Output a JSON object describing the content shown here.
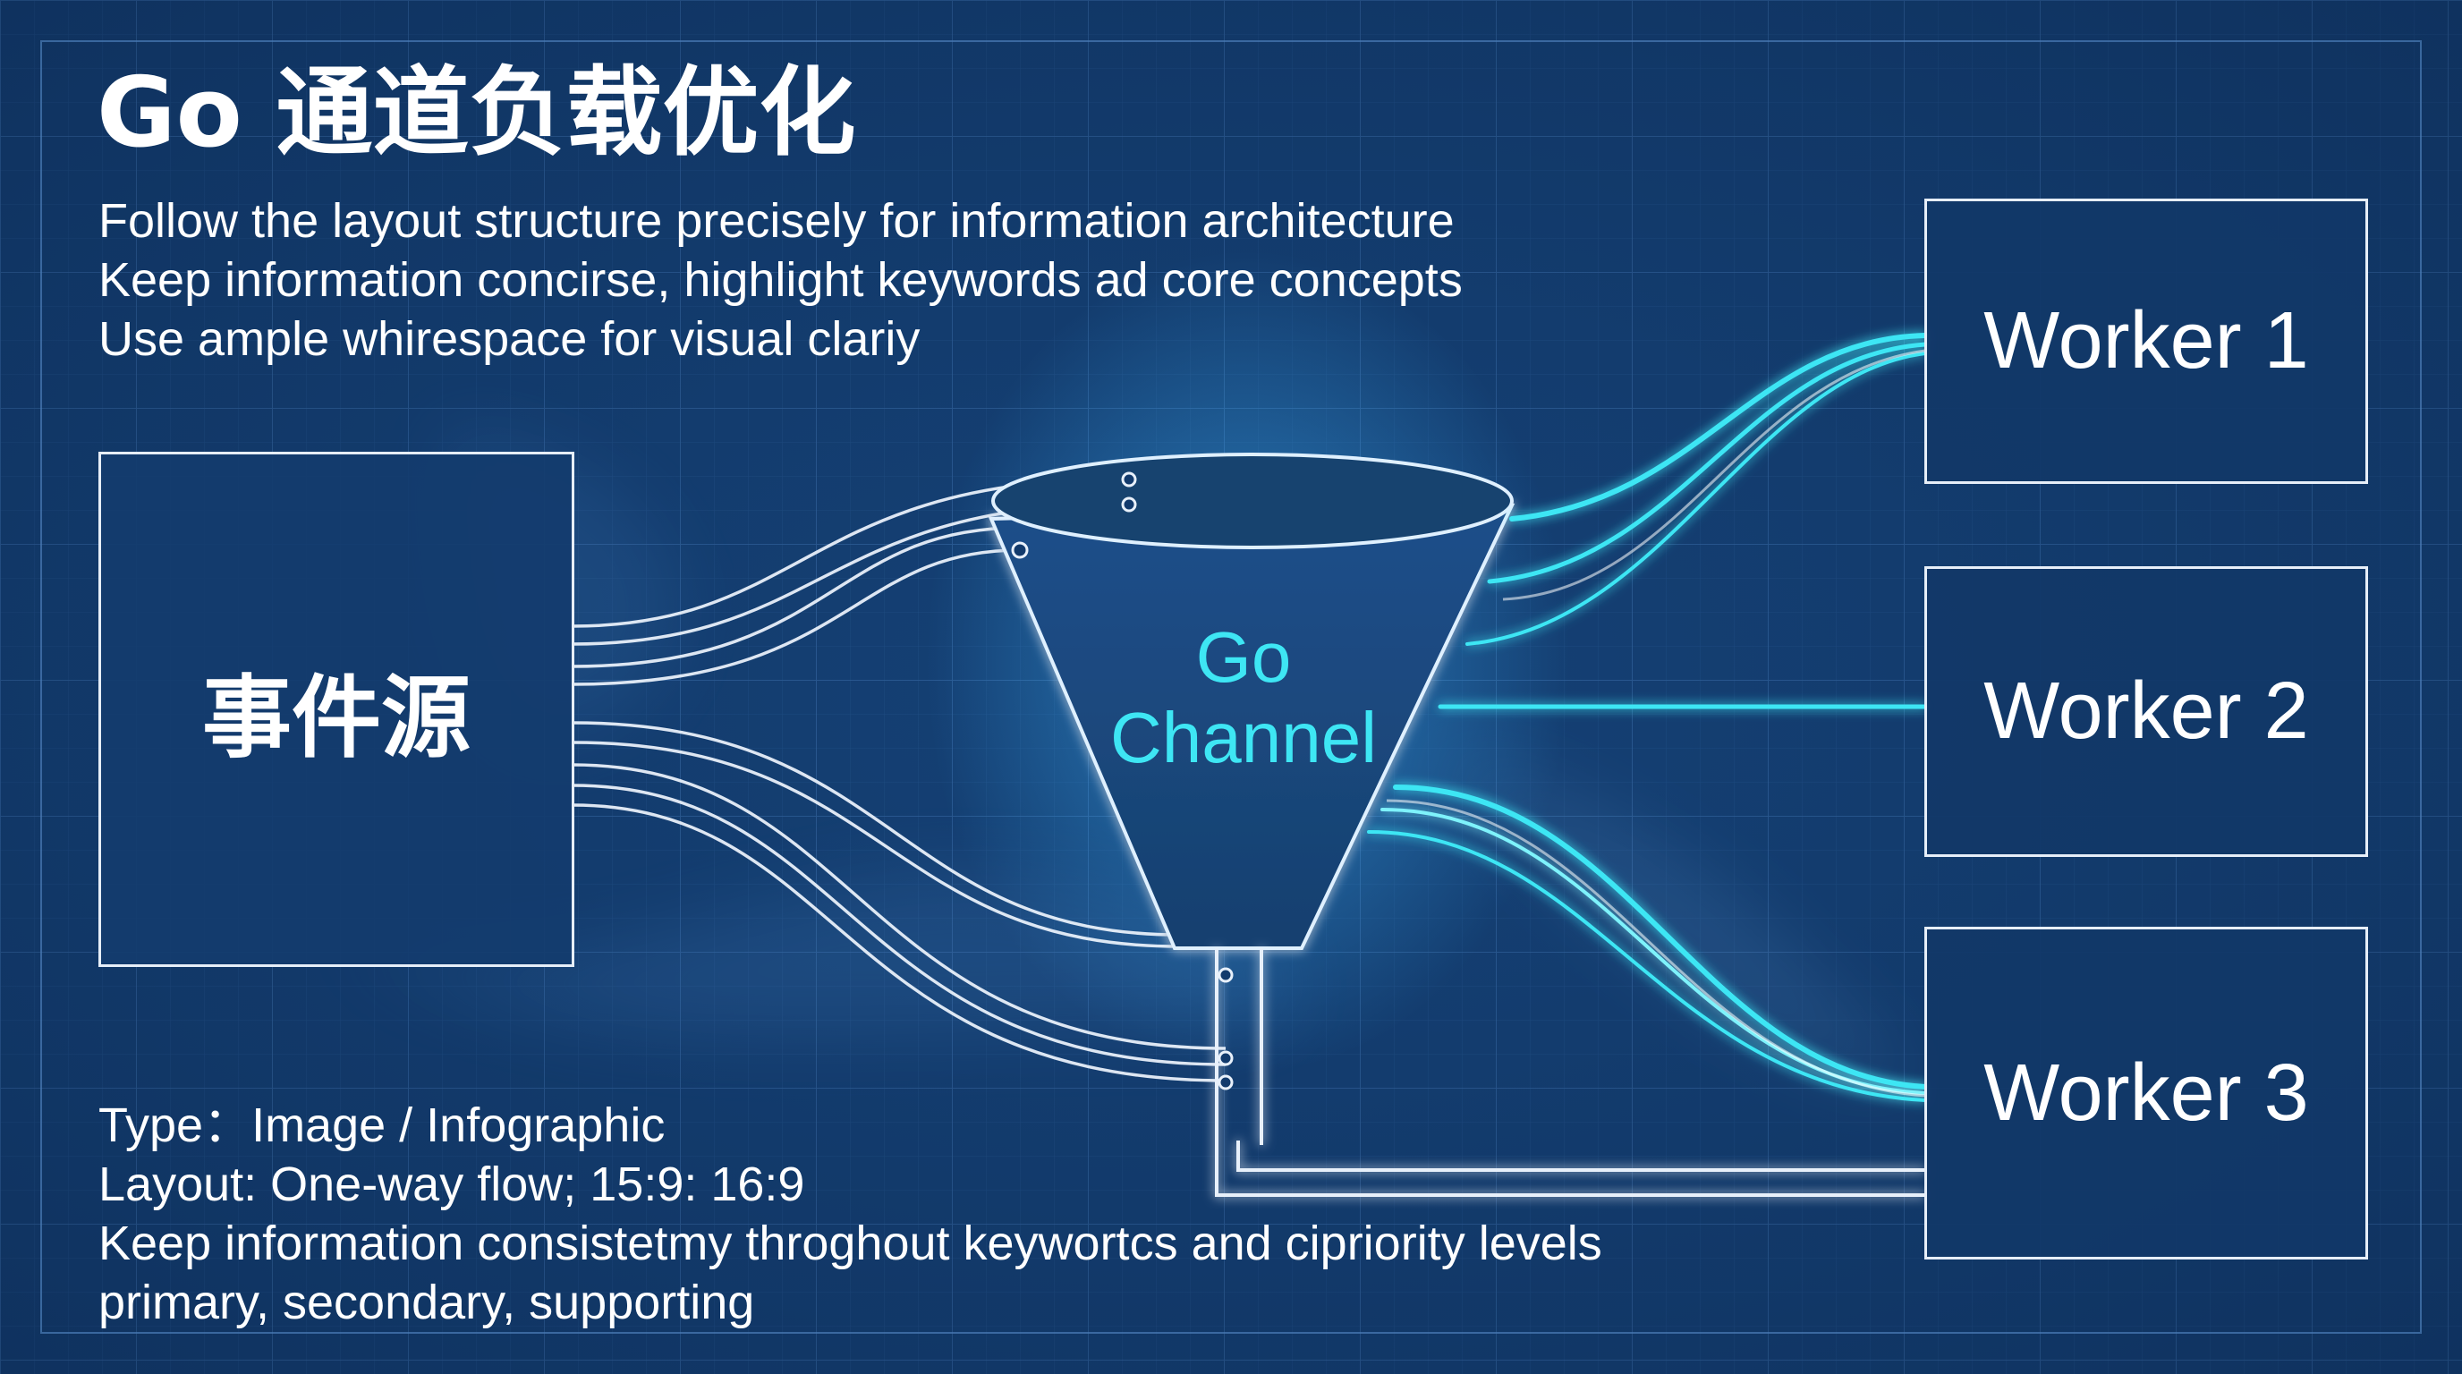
{
  "title": "Go 通道负载优化",
  "description_lines": [
    "Follow the layout structure precisely for information architecture",
    "Keep information concirse, highlight keywords ad core concepts",
    "Use ample whirespace for visual clariy"
  ],
  "source": {
    "label": "事件源"
  },
  "channel": {
    "line1": "Go",
    "line2": "Channel"
  },
  "workers": [
    "Worker 1",
    "Worker 2",
    "Worker 3"
  ],
  "meta_lines": [
    "Type：Image / Infographic",
    "Layout: One-way flow; 15:9: 16:9",
    "Keep information consistetmy throghout keywortcs and cipriority levels",
    "primary, secondary, supporting"
  ],
  "colors": {
    "background": "#123a6c",
    "grid": "#3a6aa6",
    "line_white": "#e8f0fa",
    "accent_cyan": "#3ee6f4"
  }
}
